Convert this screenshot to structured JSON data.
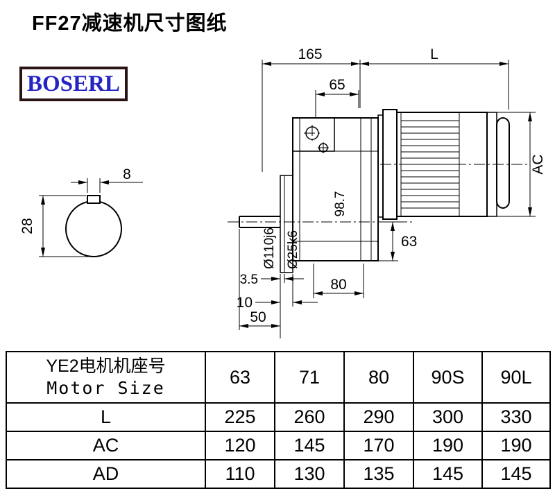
{
  "page": {
    "title": "FF27减速机尺寸图纸",
    "brand": "BOSERL"
  },
  "drawing": {
    "dims": {
      "span_gear": "165",
      "span_motor": "L",
      "gear_top_width": "65",
      "motor_height": "AC",
      "key_width": "8",
      "section_height": "28",
      "flange_diameter": "Ø110j6",
      "shaft_diameter": "Ø25k6",
      "axis_height": "98.7",
      "lower_height": "63",
      "flange_lip": "3.5",
      "bottom_width": "80",
      "flange_thickness": "10",
      "shaft_length": "50"
    }
  },
  "table": {
    "header_line1": "YE2电机机座号",
    "header_line2": "Motor Size",
    "sizes": [
      "63",
      "71",
      "80",
      "90S",
      "90L"
    ],
    "rows": [
      {
        "label": "L",
        "values": [
          "225",
          "260",
          "290",
          "300",
          "330"
        ]
      },
      {
        "label": "AC",
        "values": [
          "120",
          "145",
          "170",
          "190",
          "190"
        ]
      },
      {
        "label": "AD",
        "values": [
          "110",
          "130",
          "135",
          "145",
          "145"
        ]
      }
    ]
  }
}
